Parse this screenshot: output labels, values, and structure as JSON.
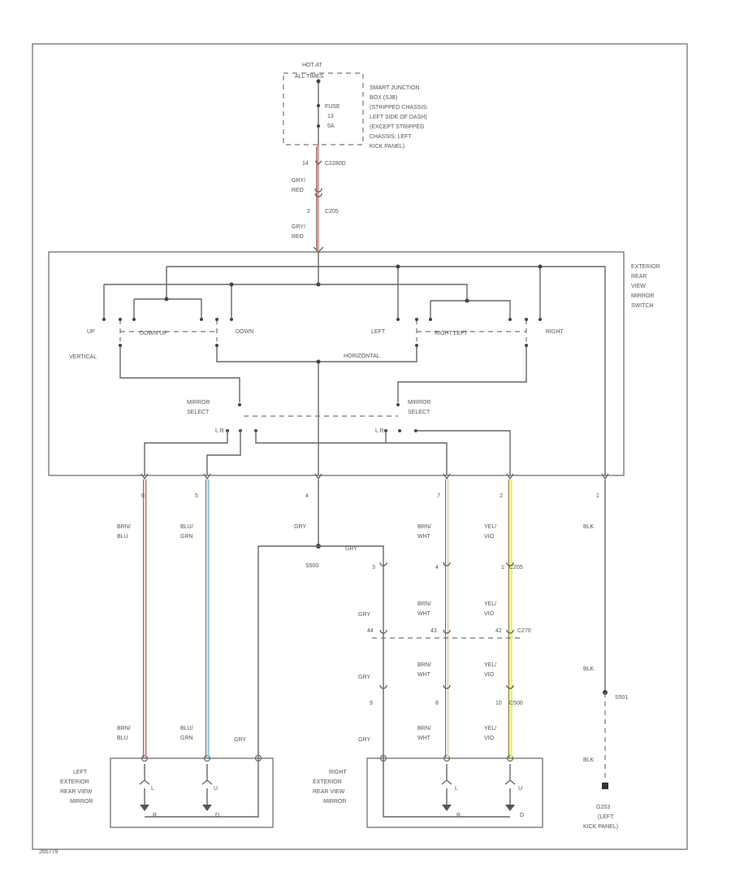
{
  "colors": {
    "red": "#f08a8a",
    "brown_blue": "#c89a8a",
    "blue_green": "#8ec8e0",
    "brown_white": "#e8dcb0",
    "yellow_violet": "#f4f040",
    "line": "#666666"
  },
  "power": {
    "hot_at": "HOT AT",
    "all_times": "ALL TIMES",
    "fuse_label": "FUSE",
    "fuse_num": "13",
    "fuse_amp": "5A",
    "sjb_label": [
      "SMART JUNCTION",
      "BOX (SJB)",
      "(STRIPPED CHASSIS:",
      "LEFT SIDE OF DASH)",
      "(EXCEPT STRIPPED",
      "CHASSIS: LEFT",
      "KICK PANEL)"
    ]
  },
  "upper_wires": {
    "conn1_pin": "14",
    "conn1": "C2280D",
    "color1": [
      "GRY/",
      "RED"
    ],
    "conn2_pin": "2",
    "conn2": "C205",
    "color2": [
      "GRY/",
      "RED"
    ]
  },
  "switch": {
    "name": [
      "EXTERIOR",
      "REAR",
      "VIEW",
      "MIRROR",
      "SWITCH"
    ],
    "up": "UP",
    "down_up": "DOWN    UP",
    "down": "DOWN",
    "left": "LEFT",
    "right_left": "RIGHT    LEFT",
    "right": "RIGHT",
    "vertical": "VERTICAL",
    "horizontal": "HORIZONTAL",
    "mirror_select": [
      "MIRROR",
      "SELECT"
    ],
    "lr_left": "L   R",
    "lr_right": "L   R"
  },
  "pins": [
    "6",
    "5",
    "4",
    "7",
    "2",
    "1"
  ],
  "wires": [
    [
      "BRN/",
      "BLU"
    ],
    [
      "BLU/",
      "GRN"
    ],
    [
      "GRY"
    ],
    [
      "BRN/",
      "WHT"
    ],
    [
      "YEL/",
      "VIO"
    ],
    [
      "BLK"
    ]
  ],
  "splice": "S500",
  "gry_label": "GRY",
  "c205": {
    "pin_a": "3",
    "pin_b": "4",
    "pin_c": "1",
    "name": "C205"
  },
  "c270": {
    "pin_a": "44",
    "pin_b": "43",
    "pin_c": "42",
    "name": "C270"
  },
  "c500": {
    "pin_a": "9",
    "pin_b": "8",
    "pin_c": "10",
    "name": "C500"
  },
  "ground_splice": "S501",
  "ground": [
    "G203",
    "(LEFT",
    "KICK PANEL)"
  ],
  "left_mirror": {
    "name": [
      "LEFT",
      "EXTERIOR",
      "REAR VIEW",
      "MIRROR"
    ],
    "m1": "L",
    "m2": "U",
    "mot1": "R",
    "mot2": "D"
  },
  "right_mirror": {
    "name": [
      "RIGHT",
      "EXTERIOR",
      "REAR VIEW",
      "MIRROR"
    ],
    "m1": "L",
    "m2": "U",
    "mot1": "R",
    "mot2": "D"
  },
  "labels_bottom": {
    "l_brn": [
      "BRN/",
      "BLU"
    ],
    "l_blu": [
      "BLU/",
      "GRN"
    ],
    "l_gry": "GRY",
    "r_gry": "GRY",
    "r_brn": [
      "BRN/",
      "WHT"
    ],
    "r_yel": [
      "YEL/",
      "VIO"
    ],
    "blk_a": "BLK",
    "blk_b": "BLK"
  },
  "page_code": "265779"
}
